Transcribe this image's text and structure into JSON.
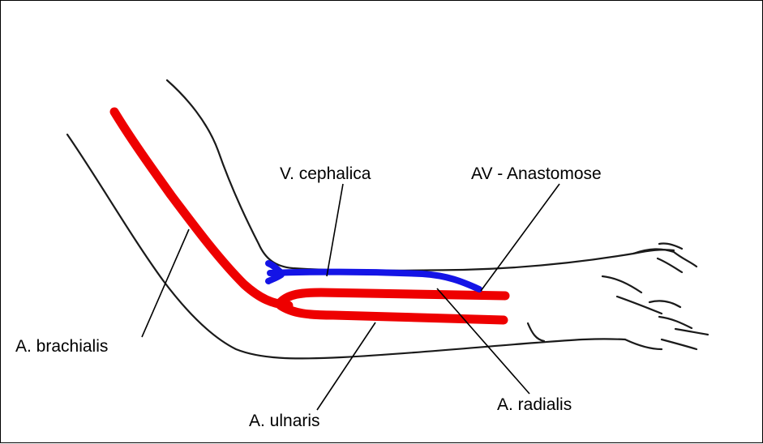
{
  "colors": {
    "artery": "#ee0000",
    "vein": "#1414e6",
    "outline": "#1a1a1a"
  },
  "labels": {
    "v_cephalica": "V. cephalica",
    "av_anastomose": "AV - Anastomose",
    "a_brachialis": "A. brachialis",
    "a_radialis": "A. radialis",
    "a_ulnaris": "A. ulnaris"
  }
}
